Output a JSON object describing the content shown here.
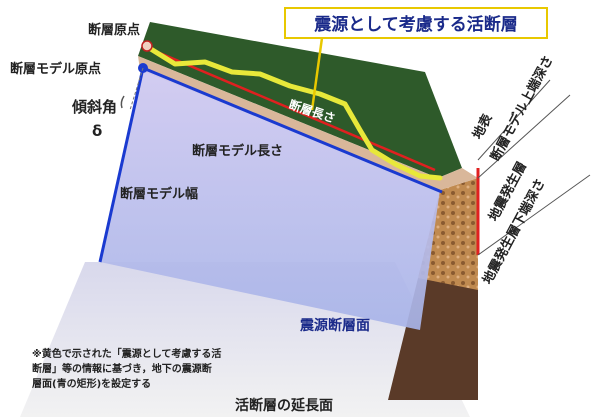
{
  "labels": {
    "fault_origin": "断層原点",
    "model_origin": "断層モデル原点",
    "dip_angle": "傾斜角",
    "delta": "δ",
    "fault_length": "断層長さ",
    "model_length": "断層モデル長さ",
    "model_width": "断層モデル幅",
    "source_plane": "震源断層面",
    "extension_plane": "活断層の延長面",
    "surface": "地表",
    "upper_depth": "断層モデル上端深さ",
    "seismogenic_layer": "地震発生層",
    "lower_depth": "地震発生層下端深さ"
  },
  "callout": {
    "text": "震源として考慮する活断層"
  },
  "note": {
    "line1": "※黄色で示された「震源として考慮する活",
    "line2": "断層」等の情報に基づき，地下の震源断",
    "line3": "層面(青の矩形)を設定する"
  },
  "colors": {
    "ground": "#2e5a2a",
    "fault_trace": "#e8e83a",
    "model_edge": "#1a3ad0",
    "depth_marker": "#e02020",
    "source_plane": "#b9b4e8",
    "rock": "#b8814a",
    "deep_rock": "#5a3a28",
    "callout_border": "#e8c800"
  }
}
